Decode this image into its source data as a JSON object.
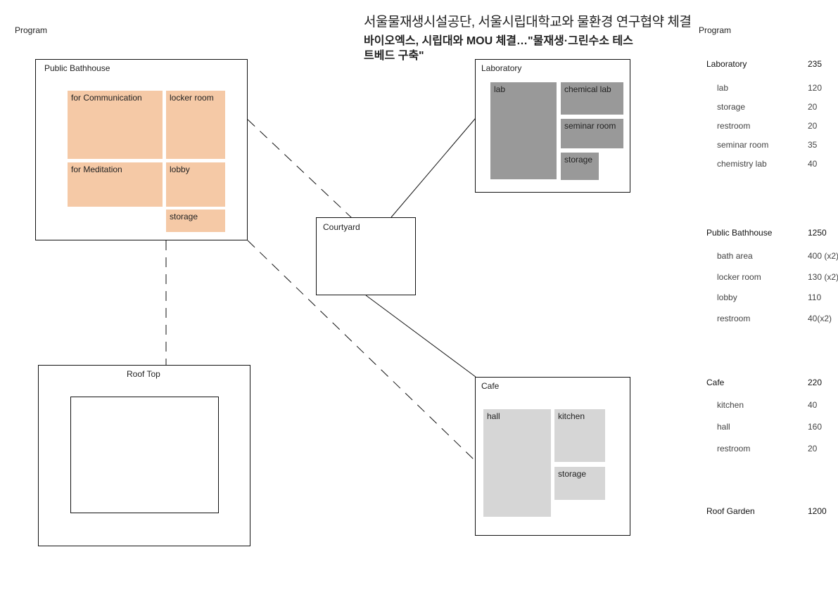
{
  "headlines": {
    "line1": "서울물재생시설공단, 서울시립대학교와 물환경 연구협약 체결",
    "line2": "바이오엑스, 시립대와 MOU 체결…\"물재생·그린수소 테스트베드 구축\""
  },
  "left_heading": "Program",
  "diagram": {
    "bathhouse": {
      "title": "Public Bathhouse",
      "rooms": [
        "for Communication",
        "locker room",
        "for Meditation",
        "lobby",
        "storage"
      ]
    },
    "roof": {
      "title": "Roof Top"
    },
    "courtyard": {
      "title": "Courtyard"
    },
    "laboratory": {
      "title": "Laboratory",
      "rooms": [
        "lab",
        "chemical lab",
        "seminar room",
        "storage"
      ]
    },
    "cafe": {
      "title": "Cafe",
      "rooms": [
        "hall",
        "kitchen",
        "storage"
      ]
    }
  },
  "program_table": {
    "heading": "Program",
    "groups": [
      {
        "name": "Laboratory",
        "area": "235",
        "items": [
          {
            "name": "lab",
            "area": "120"
          },
          {
            "name": "storage",
            "area": "20"
          },
          {
            "name": "restroom",
            "area": "20"
          },
          {
            "name": "seminar room",
            "area": "35"
          },
          {
            "name": "chemistry lab",
            "area": "40"
          }
        ]
      },
      {
        "name": "Public Bathhouse",
        "area": "1250",
        "items": [
          {
            "name": "bath area",
            "area": "400 (x2)"
          },
          {
            "name": "locker room",
            "area": "130 (x2)"
          },
          {
            "name": "lobby",
            "area": "110"
          },
          {
            "name": "restroom",
            "area": "40(x2)"
          }
        ]
      },
      {
        "name": "Cafe",
        "area": "220",
        "items": [
          {
            "name": "kitchen",
            "area": "40"
          },
          {
            "name": "hall",
            "area": "160"
          },
          {
            "name": "restroom",
            "area": "20"
          }
        ]
      },
      {
        "name": "Roof Garden",
        "area": "1200",
        "items": []
      }
    ]
  },
  "colors": {
    "bathhouse_room": "#f5c9a6",
    "lab_room": "#999999",
    "cafe_room": "#d6d6d6"
  }
}
